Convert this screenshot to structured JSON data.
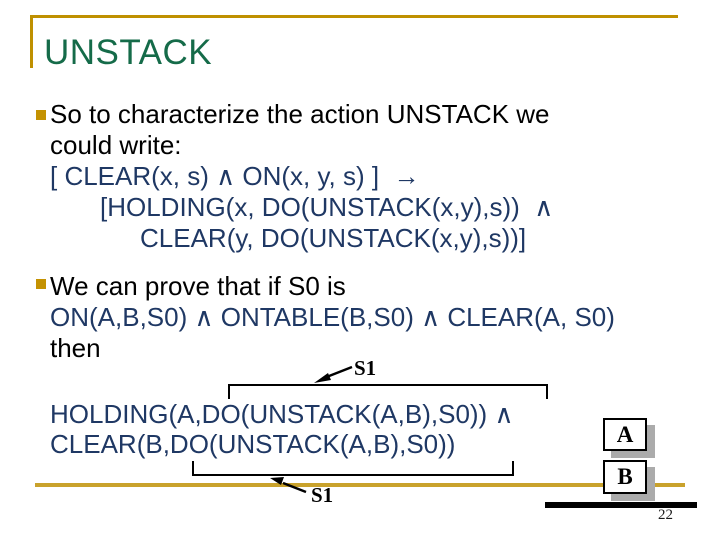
{
  "slide": {
    "title": "UNSTACK",
    "page_number": "22"
  },
  "colors": {
    "title_green": "#156B49",
    "formula_navy": "#1F3864",
    "accent_gold": "#BF9000",
    "shadow_gray": "#ABABAB"
  },
  "bullet1": {
    "lines": {
      "0": "So to characterize the action UNSTACK we",
      "1": "could write:",
      "2": "[ CLEAR(x, s) ∧ ON(x, y, s) ]  →",
      "3": "[HOLDING(x, DO(UNSTACK(x,y),s))  ∧",
      "4": "CLEAR(y, DO(UNSTACK(x,y),s))]"
    }
  },
  "bullet2": {
    "lines": {
      "0": "We can prove that if S0 is",
      "1": "ON(A,B,S0) ∧ ONTABLE(B,S0) ∧ CLEAR(A, S0)",
      "2": "then"
    }
  },
  "conclusion": {
    "lines": {
      "0": "HOLDING(A,DO(UNSTACK(A,B),S0)) ∧",
      "1": "CLEAR(B,DO(UNSTACK(A,B),S0))"
    }
  },
  "annotations": {
    "s1_top": "S1",
    "s1_bottom": "S1"
  },
  "blocks": {
    "a": "A",
    "b": "B"
  }
}
